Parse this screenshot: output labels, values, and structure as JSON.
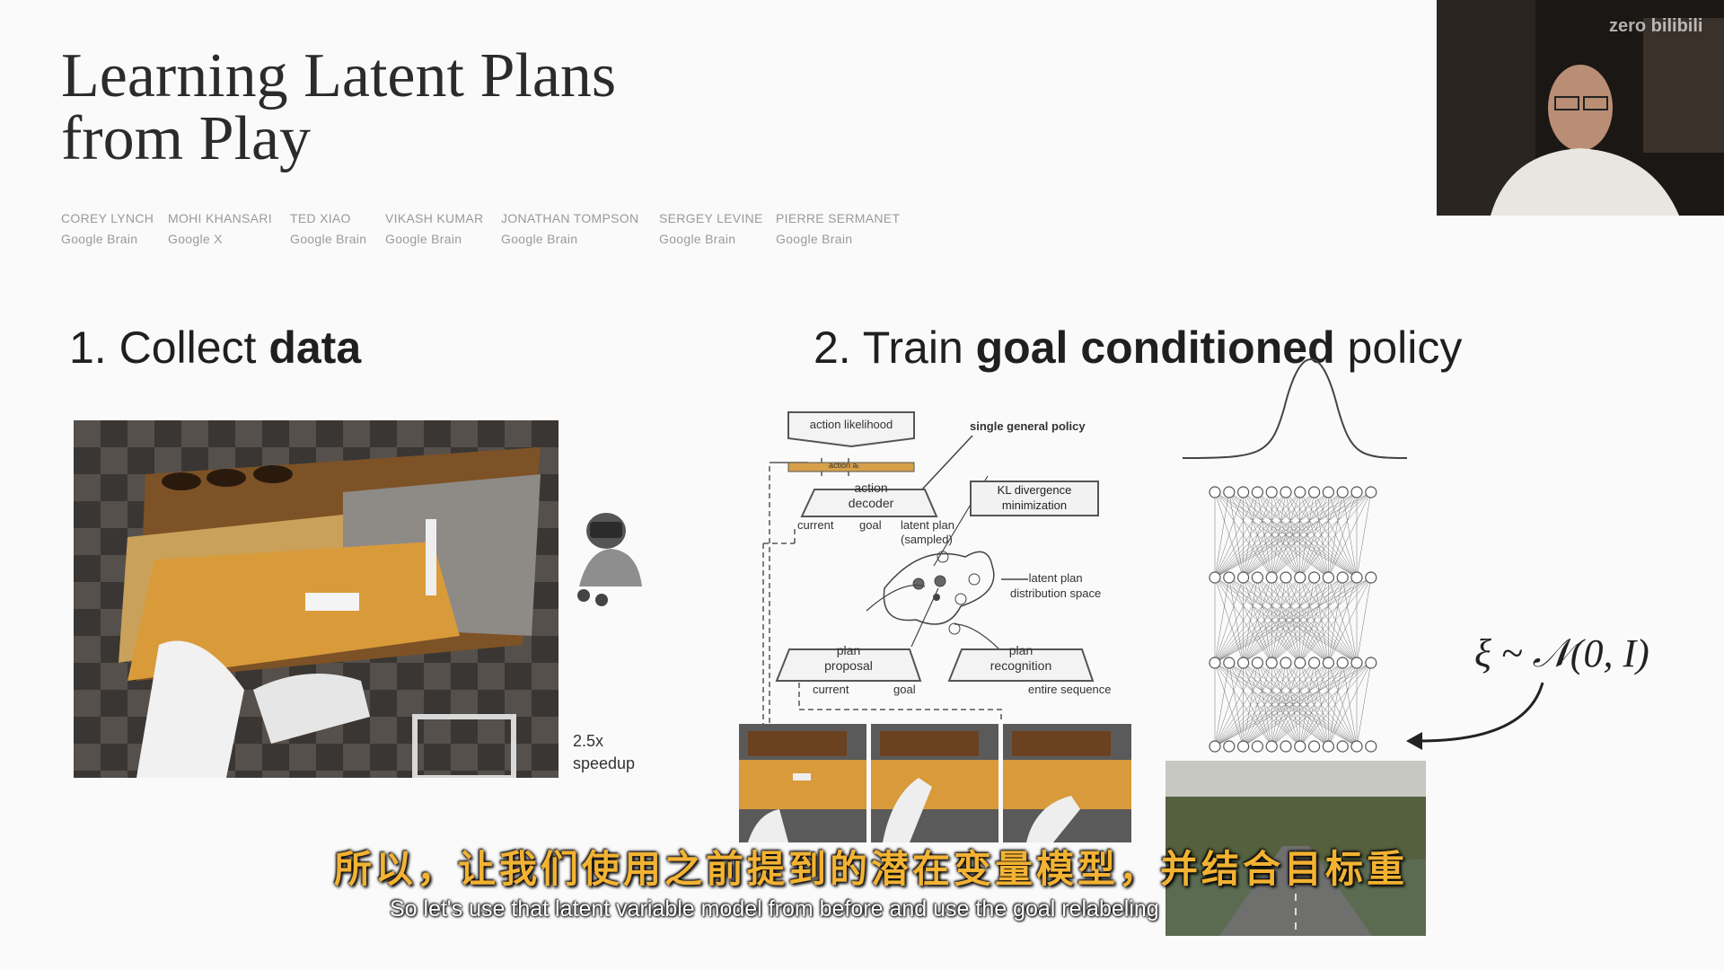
{
  "slide": {
    "title_line1": "Learning Latent Plans",
    "title_line2": "from Play",
    "authors": [
      {
        "name": "COREY LYNCH",
        "affiliation": "Google Brain"
      },
      {
        "name": "MOHI KHANSARI",
        "affiliation": "Google X"
      },
      {
        "name": "TED XIAO",
        "affiliation": "Google Brain"
      },
      {
        "name": "VIKASH KUMAR",
        "affiliation": "Google Brain"
      },
      {
        "name": "JONATHAN TOMPSON",
        "affiliation": "Google Brain"
      },
      {
        "name": "SERGEY LEVINE",
        "affiliation": "Google Brain"
      },
      {
        "name": "PIERRE SERMANET",
        "affiliation": "Google Brain"
      }
    ],
    "section1": {
      "prefix": "1. Collect ",
      "bold": "data"
    },
    "section2": {
      "prefix": "2. Train ",
      "bold": "goal conditioned",
      "suffix": " policy"
    },
    "speedup_line1": "2.5x",
    "speedup_line2": "speedup",
    "diagram": {
      "action_likelihood": "action likelihood",
      "action_at": "action aₜ",
      "decoder_line1": "action",
      "decoder_line2": "decoder",
      "single_policy": "single general policy",
      "kl_line1": "KL divergence",
      "kl_line2": "minimization",
      "current": "current",
      "goal": "goal",
      "latent_plan_line1": "latent plan",
      "latent_plan_line2": "(sampled)",
      "space_line1": "latent plan",
      "space_line2": "distribution space",
      "proposal_line1": "plan",
      "proposal_line2": "proposal",
      "recognition_line1": "plan",
      "recognition_line2": "recognition",
      "current2": "current",
      "goal2": "goal",
      "entire_sequence": "entire sequence"
    },
    "formula": "ξ ~ 𝒩(0, I)"
  },
  "subtitles": {
    "zh": "所以，让我们使用之前提到的潜在变量模型，并结合目标重",
    "en": "So let's use that latent variable model from before and use the goal relabeling"
  },
  "watermark": "zero bilibili"
}
